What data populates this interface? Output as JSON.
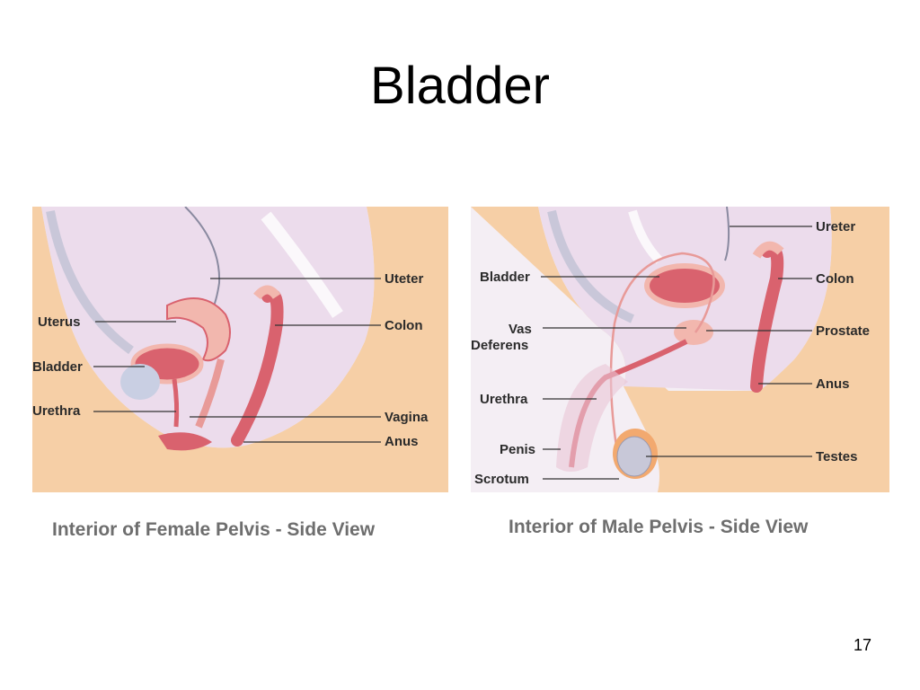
{
  "slide": {
    "title": "Bladder",
    "number": "17"
  },
  "female": {
    "caption": "Interior of Female Pelvis - Side View",
    "labels": {
      "uterus": "Uterus",
      "bladder": "Bladder",
      "urethra": "Urethra",
      "uteter": "Uteter",
      "colon": "Colon",
      "vagina": "Vagina",
      "anus": "Anus"
    }
  },
  "male": {
    "caption": "Interior of Male Pelvis - Side View",
    "labels": {
      "bladder": "Bladder",
      "vas": "Vas",
      "deferens": "Deferens",
      "urethra": "Urethra",
      "penis": "Penis",
      "scrotum": "Scrotum",
      "ureter": "Ureter",
      "colon": "Colon",
      "prostate": "Prostate",
      "anus": "Anus",
      "testes": "Testes"
    }
  },
  "colors": {
    "skin": "#f6cfa6",
    "cavity": "#ecdcec",
    "organ": "#d9626e",
    "organ_light": "#f2b7ae",
    "leader_line": "#333333"
  }
}
